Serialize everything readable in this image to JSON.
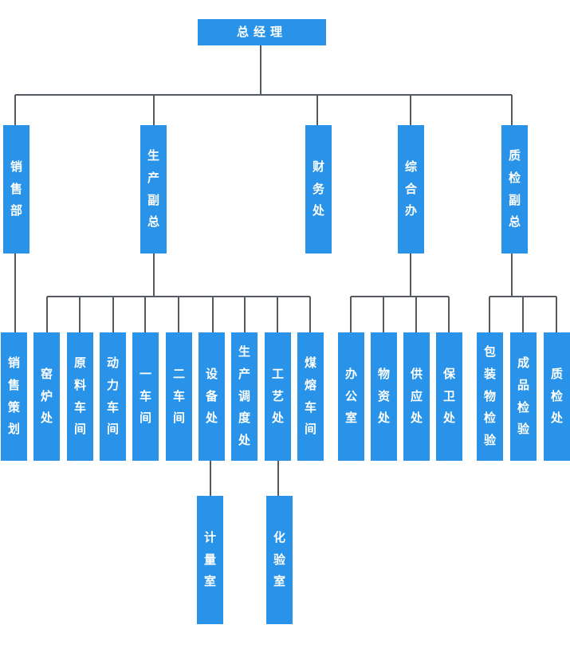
{
  "org_chart": {
    "root": "总经理",
    "level1": [
      {
        "id": "sales",
        "label": "销售部"
      },
      {
        "id": "production_vp",
        "label": "生产副总"
      },
      {
        "id": "finance",
        "label": "财务处"
      },
      {
        "id": "general_office",
        "label": "综合办"
      },
      {
        "id": "quality_vp",
        "label": "质检副总"
      }
    ],
    "level2": [
      {
        "id": "sales_planning",
        "label": "销售策划",
        "parent": "sales"
      },
      {
        "id": "kiln",
        "label": "窑炉处",
        "parent": "production_vp"
      },
      {
        "id": "raw_material_workshop",
        "label": "原料车间",
        "parent": "production_vp"
      },
      {
        "id": "power_workshop",
        "label": "动力车间",
        "parent": "production_vp"
      },
      {
        "id": "workshop_1",
        "label": "一车间",
        "parent": "production_vp"
      },
      {
        "id": "workshop_2",
        "label": "二车间",
        "parent": "production_vp"
      },
      {
        "id": "equipment",
        "label": "设备处",
        "parent": "production_vp"
      },
      {
        "id": "production_dispatch",
        "label": "生产调度处",
        "parent": "production_vp"
      },
      {
        "id": "process",
        "label": "工艺处",
        "parent": "production_vp"
      },
      {
        "id": "coal_melting_workshop",
        "label": "煤熔车间",
        "parent": "production_vp"
      },
      {
        "id": "office",
        "label": "办公室",
        "parent": "general_office"
      },
      {
        "id": "materials",
        "label": "物资处",
        "parent": "general_office"
      },
      {
        "id": "supply",
        "label": "供应处",
        "parent": "general_office"
      },
      {
        "id": "security",
        "label": "保卫处",
        "parent": "general_office"
      },
      {
        "id": "packaging_inspection",
        "label": "包装物检验",
        "parent": "quality_vp"
      },
      {
        "id": "product_inspection",
        "label": "成品检验",
        "parent": "quality_vp"
      },
      {
        "id": "quality_inspection",
        "label": "质检处",
        "parent": "quality_vp"
      }
    ],
    "level3": [
      {
        "id": "metrology",
        "label": "计量室",
        "parent": "equipment"
      },
      {
        "id": "lab",
        "label": "化验室",
        "parent": "process"
      }
    ]
  },
  "colors": {
    "box": "#2893e8",
    "line": "#555a60",
    "text": "#ffffff"
  }
}
